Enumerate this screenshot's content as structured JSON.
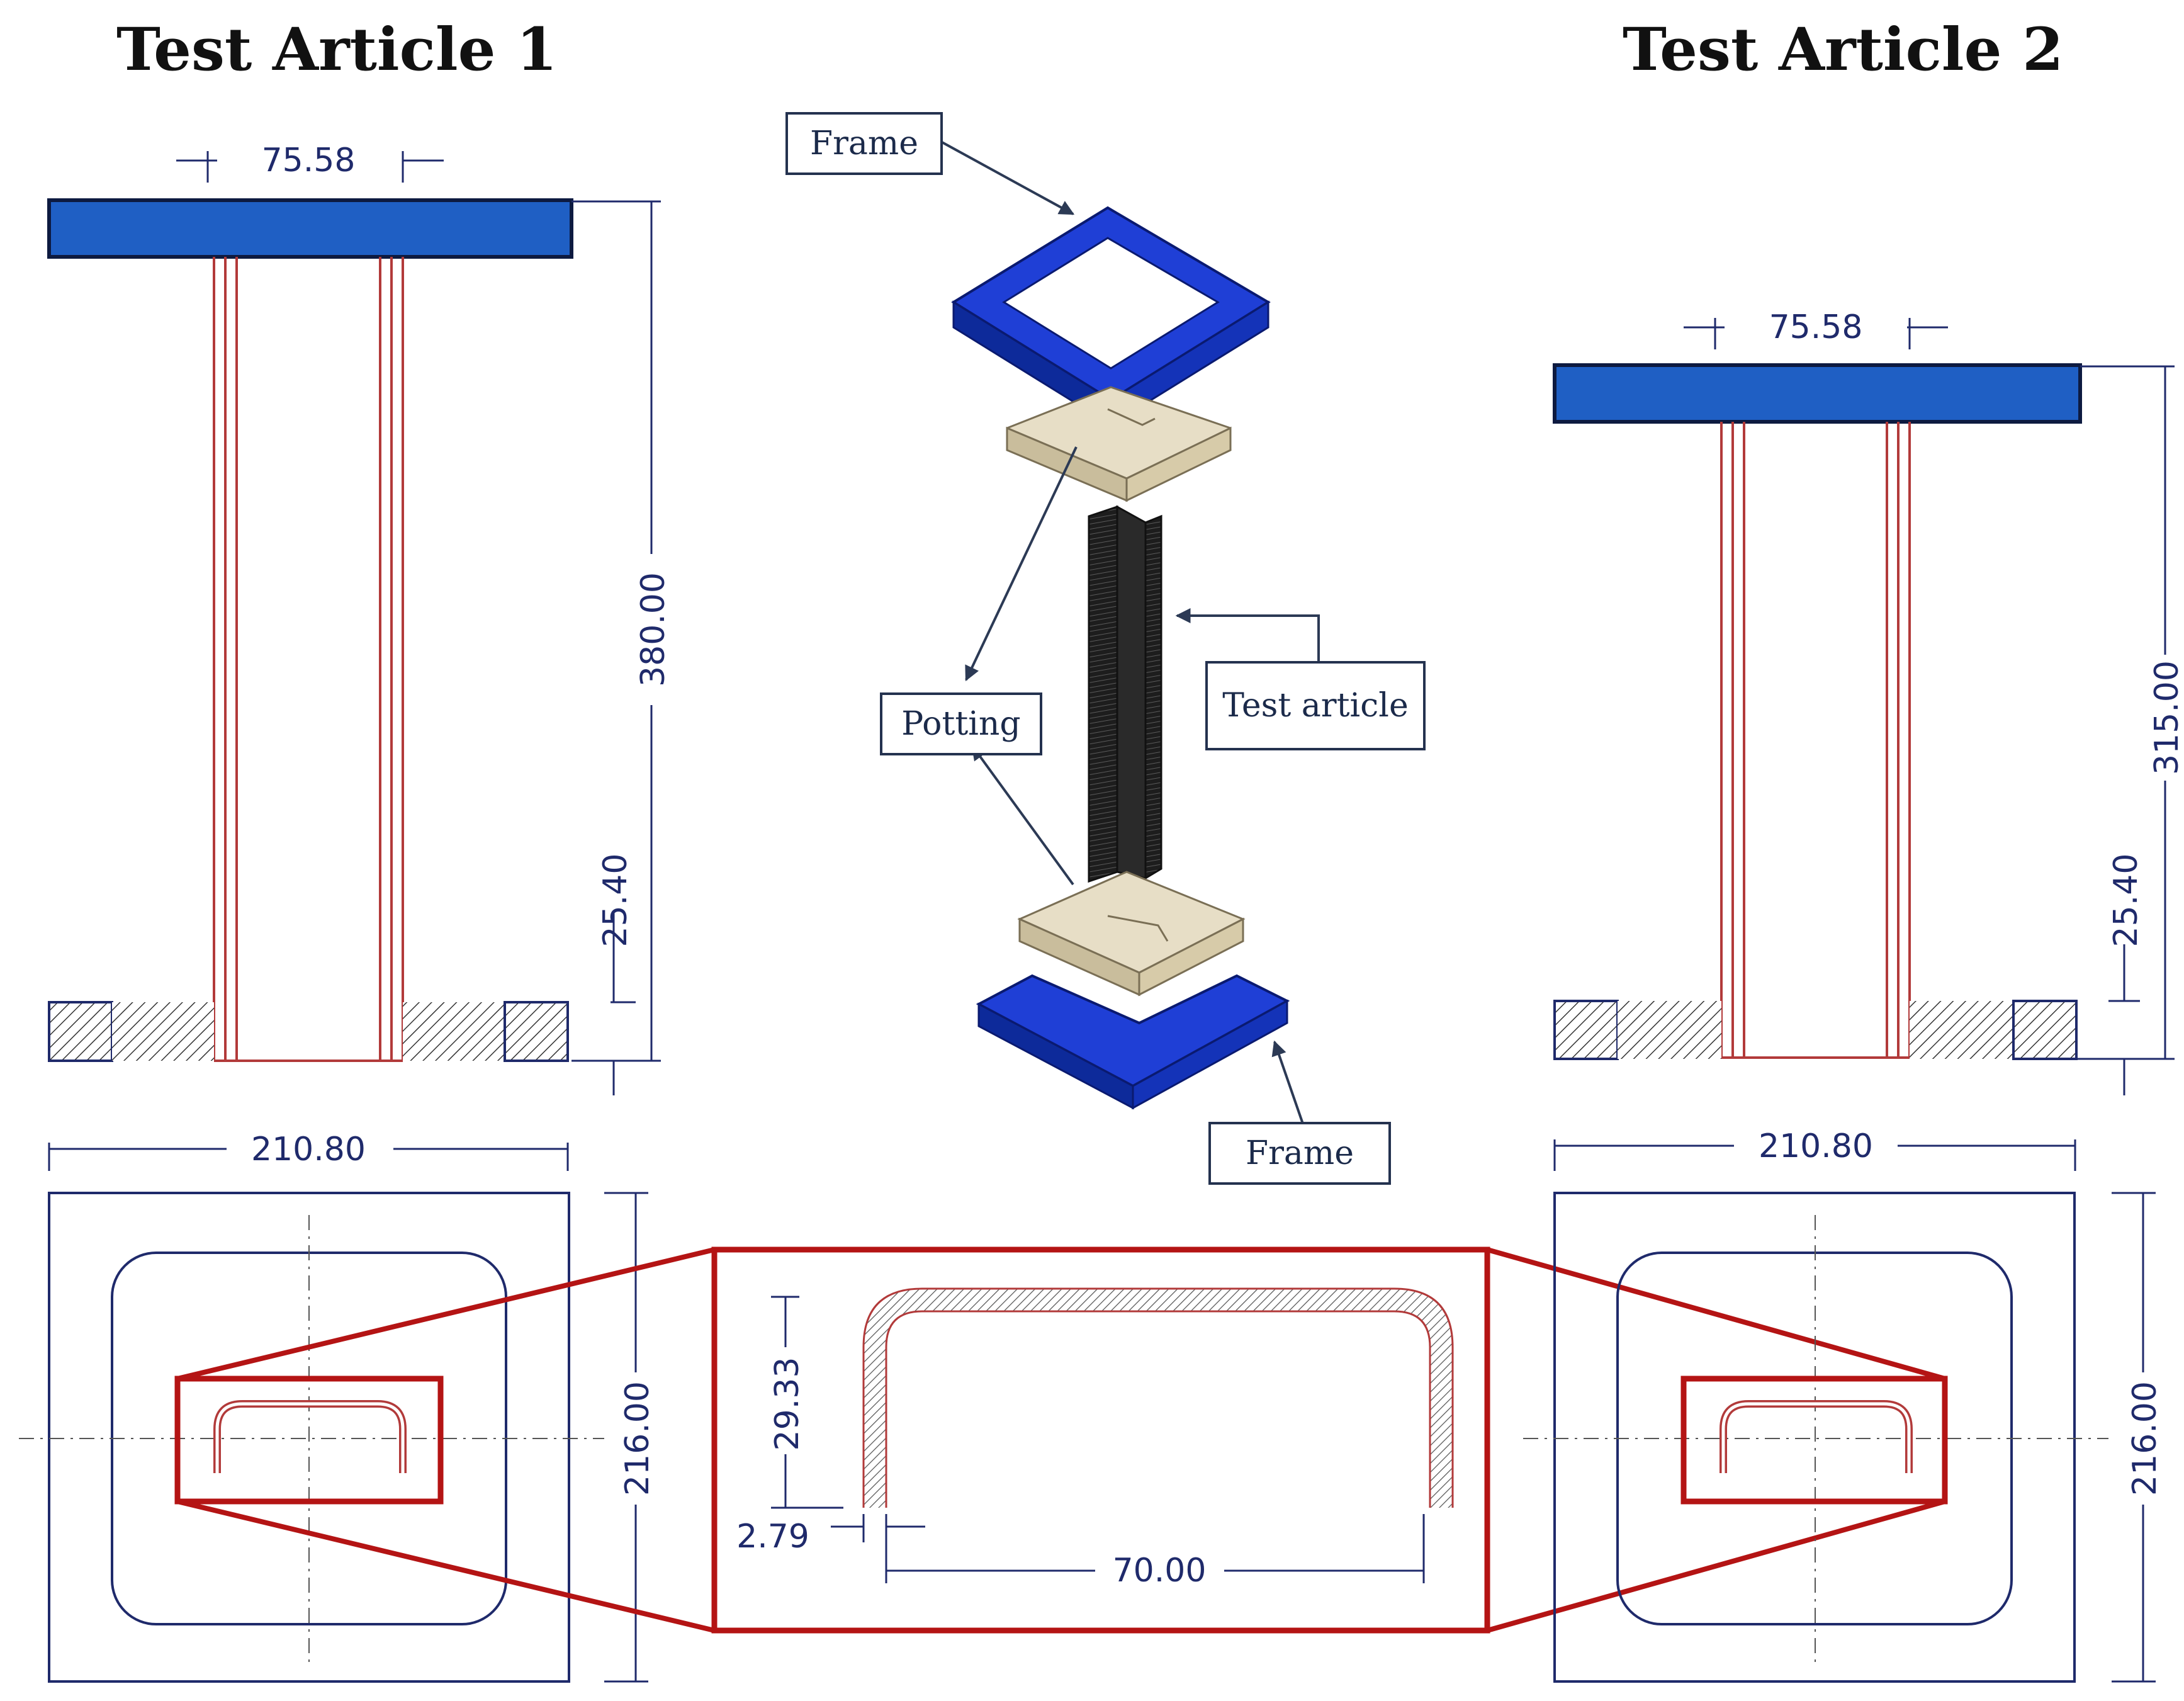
{
  "titles": {
    "left": "Test Article 1",
    "right": "Test Article 2"
  },
  "callouts": {
    "frame_top": "Frame",
    "potting": "Potting",
    "test_article": "Test article",
    "frame_bottom": "Frame"
  },
  "dims": {
    "ta1_width": "75.58",
    "ta1_height": "380.00",
    "ta1_potting": "25.40",
    "ta1_base_width": "210.80",
    "ta1_base_height": "216.00",
    "ta2_width": "75.58",
    "ta2_height": "315.00",
    "ta2_potting": "25.40",
    "ta2_base_width": "210.80",
    "ta2_base_height": "216.00",
    "section_depth": "29.33",
    "section_thickness": "2.79",
    "section_width": "70.00"
  },
  "colors": {
    "frame": "#1f4fc0",
    "dimension": "#1f2a6b",
    "specimen": "#b23a3a",
    "zoom": "#b41414",
    "potting": "#e5dcc4"
  }
}
